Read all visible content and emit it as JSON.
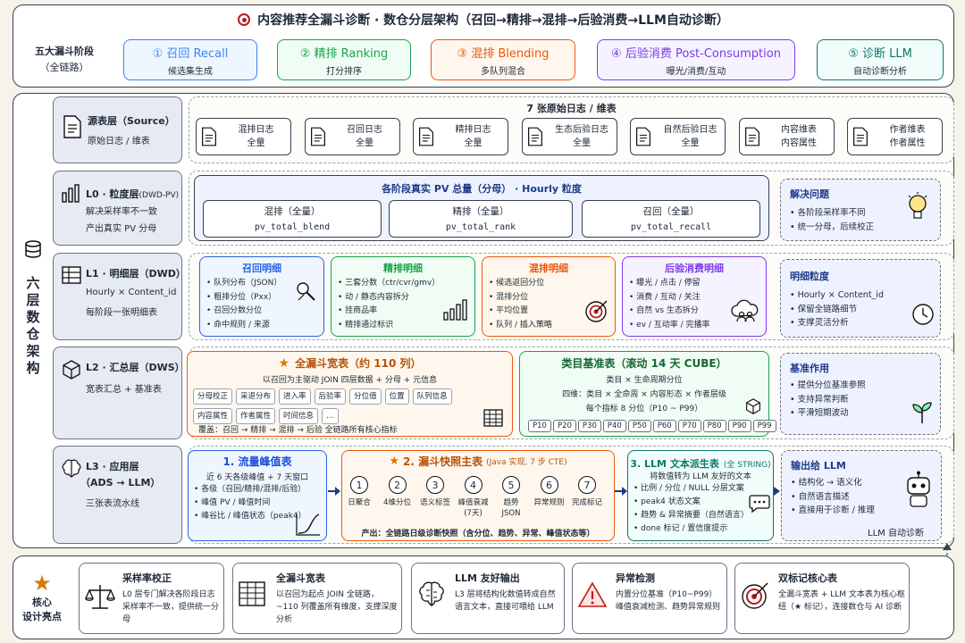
{
  "title": "内容推荐全漏斗诊断 · 数仓分层架构（召回→精排→混排→后验消费→LLM自动诊断）",
  "funnel": {
    "label_line1": "五大漏斗阶段",
    "label_line2": "（全链路）",
    "stages": [
      {
        "title": "① 召回 Recall",
        "sub": "候选集生成",
        "color": "#3b82f6",
        "bg": "#eff6ff"
      },
      {
        "title": "② 精排 Ranking",
        "sub": "打分排序",
        "color": "#16a34a",
        "bg": "#f0fdf4"
      },
      {
        "title": "③ 混排 Blending",
        "sub": "多队列混合",
        "color": "#ea580c",
        "bg": "#fff7ed"
      },
      {
        "title": "④ 后验消费 Post-Consumption",
        "sub": "曝光/消费/互动",
        "color": "#7c3aed",
        "bg": "#f5f3ff"
      },
      {
        "title": "⑤ 诊断 LLM",
        "sub": "自动诊断分析",
        "color": "#0f766e",
        "bg": "#f0fdfa"
      }
    ]
  },
  "vertical_title": [
    "六",
    "层",
    "数",
    "仓",
    "架",
    "构"
  ],
  "layers": {
    "source": {
      "title": "源表层（Source）",
      "sub": "原始日志 / 维表",
      "heading": "7 张原始日志 / 维表",
      "tables": [
        {
          "name": "混排日志",
          "sub": "全量"
        },
        {
          "name": "召回日志",
          "sub": "全量"
        },
        {
          "name": "精排日志",
          "sub": "全量"
        },
        {
          "name": "生态后验日志",
          "sub": "全量"
        },
        {
          "name": "自然后验日志",
          "sub": "全量"
        },
        {
          "name": "内容维表",
          "sub": "内容属性"
        },
        {
          "name": "作者维表",
          "sub": "作者属性"
        }
      ]
    },
    "l0": {
      "title": "L0 · 粒度层",
      "tag": "(DWD-PV)",
      "desc1": "解决采样率不一致",
      "desc2": "产出真实 PV 分母",
      "heading": "各阶段真实 PV 总量（分母） · Hourly 粒度",
      "cols": [
        {
          "name": "混排（全量）",
          "field": "pv_total_blend"
        },
        {
          "name": "精排（全量）",
          "field": "pv_total_rank"
        },
        {
          "name": "召回（全量）",
          "field": "pv_total_recall"
        }
      ],
      "side_title": "解决问题",
      "side_items": [
        "各阶段采样率不同",
        "统一分母，后续校正"
      ]
    },
    "l1": {
      "title": "L1 · 明细层（DWD）",
      "desc1": "Hourly × Content_id",
      "desc2": "每阶段一张明细表",
      "cards": [
        {
          "title": "召回明细",
          "items": [
            "队列分布（JSON）",
            "粗排分位（Pxx）",
            "召回分数分位",
            "命中规则 / 来源"
          ]
        },
        {
          "title": "精排明细",
          "items": [
            "三套分数（ctr/cvr/gmv）",
            "动 / 静态内容拆分",
            "挂商品率",
            "精排通过标识"
          ]
        },
        {
          "title": "混排明细",
          "items": [
            "候选返回分位",
            "混排分位",
            "平均位置",
            "队列 / 插入策略"
          ]
        },
        {
          "title": "后验消费明细",
          "items": [
            "曝光 / 点击 / 停留",
            "消费 / 互动 / 关注",
            "自然 vs 生态拆分",
            "ev / 互动率 / 完播率"
          ]
        }
      ],
      "side_title": "明细粒度",
      "side_items": [
        "Hourly × Content_id",
        "保留全链路细节",
        "支撑灵活分析"
      ]
    },
    "l2": {
      "title": "L2 · 汇总层（DWS）",
      "desc1": "宽表汇总 + 基准表",
      "wide_title": "全漏斗宽表（约 110 列）",
      "wide_sub": "以召回为主驱动 JOIN 四层数据 + 分母 + 元信息",
      "chips": [
        "分母校正",
        "采退分布",
        "进入率",
        "后验率",
        "分位值",
        "位置",
        "队列信息",
        "内容属性",
        "作者属性",
        "时间信息",
        "…"
      ],
      "wide_cover": "覆盖：召回 → 精排 → 混排 → 后验   全链路所有核心指标",
      "cube_title": "类目基准表（滚动 14 天 CUBE）",
      "cube_sub1": "类目 × 生命周期分位",
      "cube_sub2": "四维：类目 × 全命周 × 内容形态 × 作者层级",
      "cube_sub3": "每个指标 8 分位（P10 ~ P99）",
      "pcts": [
        "P10",
        "P20",
        "P30",
        "P40",
        "P50",
        "P60",
        "P70",
        "P80",
        "P90",
        "P99"
      ],
      "side_title": "基准作用",
      "side_items": [
        "提供分位基准参照",
        "支持异常判断",
        "平滑短期波动"
      ]
    },
    "l3": {
      "title": "L3 · 应用层",
      "tag": "（ADS → LLM）",
      "desc1": "三张表流水线",
      "t1_title": "1. 流量峰值表",
      "t1_sub": "近 6 天各级峰值 + 7 天窗口",
      "t1_items": [
        "各级（召回/精排/混排/后验）",
        "峰值 PV / 峰值时间",
        "峰谷比 / 峰值状态（peak4）"
      ],
      "t2_title": "2. 漏斗快照主表",
      "t2_tag": "(Java 实现, 7 步 CTE)",
      "steps": [
        "1",
        "2",
        "3",
        "4",
        "5",
        "6",
        "7"
      ],
      "step_labels": [
        "日聚合",
        "4维分位",
        "语义标签",
        "峰值衰减\n(7天)",
        "趋势\nJSON",
        "异常规则",
        "完成标记"
      ],
      "t2_out": "产出：全链路日级诊断快照（含分位、趋势、异常、峰值状态等）",
      "t3_title": "3. LLM 文本派生表",
      "t3_tag": "(全 STRING)",
      "t3_sub": "将数值转为 LLM 友好的文本",
      "t3_items": [
        "比例 / 分位 / NULL 分层文案",
        "peak4 状态文案",
        "趋势 & 异常摘要（自然语言）",
        "done 标记 / 置信度提示"
      ],
      "side_title": "输出给 LLM",
      "side_items": [
        "结构化 → 语义化",
        "自然语言描述",
        "直接用于诊断 / 推理"
      ],
      "side_foot": "LLM 自动诊断"
    }
  },
  "core": {
    "label1": "核心",
    "label2": "设计亮点",
    "items": [
      {
        "title": "采样率校正",
        "desc": "L0 层专门解决各阶段日志采样率不一致，提供统一分母"
      },
      {
        "title": "全漏斗宽表",
        "desc": "以召回为起点 JOIN 全链路，~110 列覆盖所有维度，支撑深度分析"
      },
      {
        "title": "LLM 友好输出",
        "desc": "L3 层将结构化数值转成自然语言文本，直接可喂给 LLM"
      },
      {
        "title": "异常检测",
        "desc": "内置分位基准（P10~P99）峰值衰减检测、趋势异常规则"
      },
      {
        "title": "双标记核心表",
        "desc": "全漏斗宽表 + LLM 文本表为核心枢纽（★ 标记），连接数仓与 AI 诊断"
      }
    ]
  }
}
